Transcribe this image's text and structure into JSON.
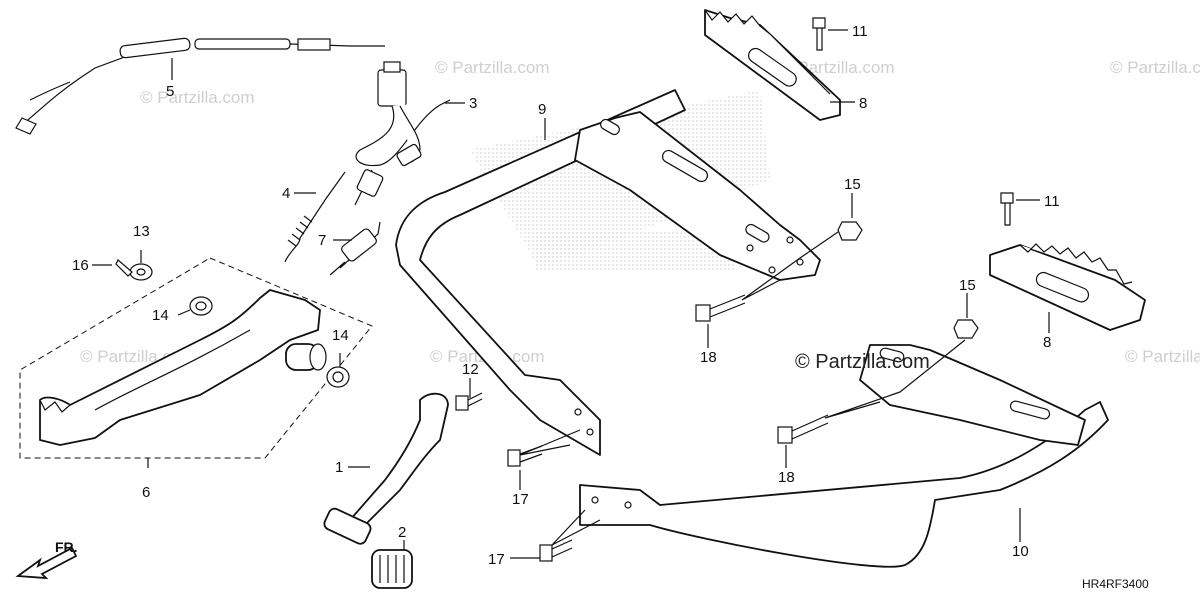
{
  "diagram": {
    "drawing_code": "HR4RF3400",
    "front_label": "FR.",
    "watermark": "© Partzilla.com",
    "center_watermark": "© Partzilla.com",
    "callouts": [
      {
        "id": "c1",
        "text": "1"
      },
      {
        "id": "c2",
        "text": "2"
      },
      {
        "id": "c3",
        "text": "3"
      },
      {
        "id": "c4",
        "text": "4"
      },
      {
        "id": "c5",
        "text": "5"
      },
      {
        "id": "c6",
        "text": "6"
      },
      {
        "id": "c7",
        "text": "7"
      },
      {
        "id": "c8a",
        "text": "8"
      },
      {
        "id": "c8b",
        "text": "8"
      },
      {
        "id": "c9",
        "text": "9"
      },
      {
        "id": "c10",
        "text": "10"
      },
      {
        "id": "c11a",
        "text": "11"
      },
      {
        "id": "c11b",
        "text": "11"
      },
      {
        "id": "c12",
        "text": "12"
      },
      {
        "id": "c13",
        "text": "13"
      },
      {
        "id": "c14a",
        "text": "14"
      },
      {
        "id": "c14b",
        "text": "14"
      },
      {
        "id": "c15a",
        "text": "15"
      },
      {
        "id": "c15b",
        "text": "15"
      },
      {
        "id": "c16",
        "text": "16"
      },
      {
        "id": "c17a",
        "text": "17"
      },
      {
        "id": "c17b",
        "text": "17"
      },
      {
        "id": "c18a",
        "text": "18"
      },
      {
        "id": "c18b",
        "text": "18"
      }
    ]
  }
}
